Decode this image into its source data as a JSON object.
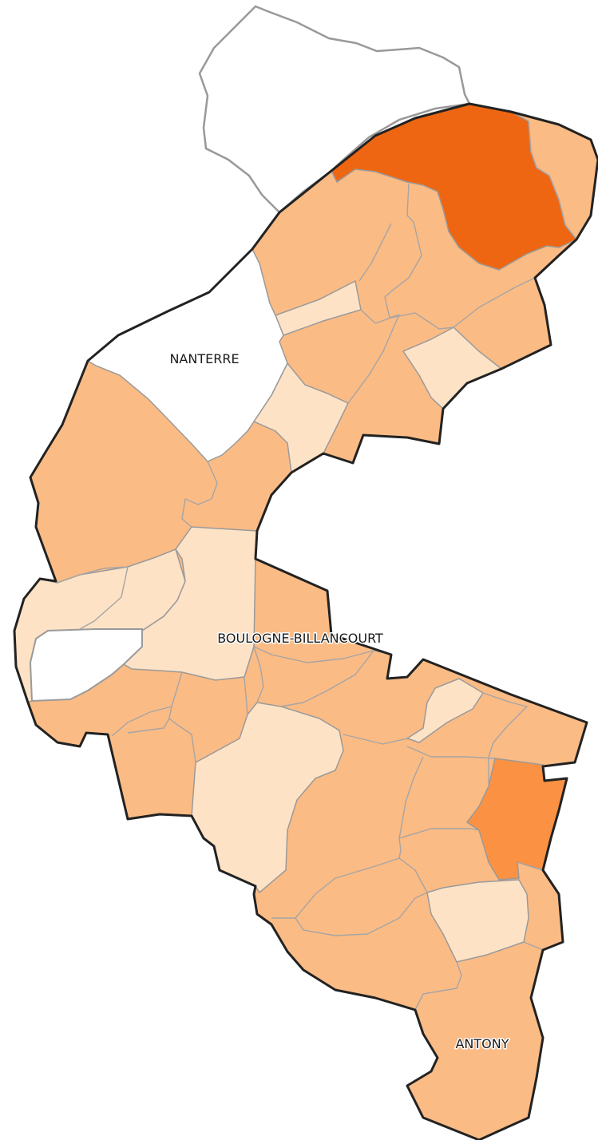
{
  "colors": {
    "background": "#ffffff",
    "class_lightest": "#fde2c6",
    "class_light": "#fbbb85",
    "class_medium": "#fa9143",
    "class_dark": "#ee6612",
    "no_data": "#ffffff",
    "inner_border": "#9a9a9a",
    "outer_border": "#222222",
    "outside_border": "#999999"
  },
  "labels": {
    "nanterre": "NANTERRE",
    "boulogne": "BOULOGNE-BILLANCOURT",
    "antony": "ANTONY"
  }
}
